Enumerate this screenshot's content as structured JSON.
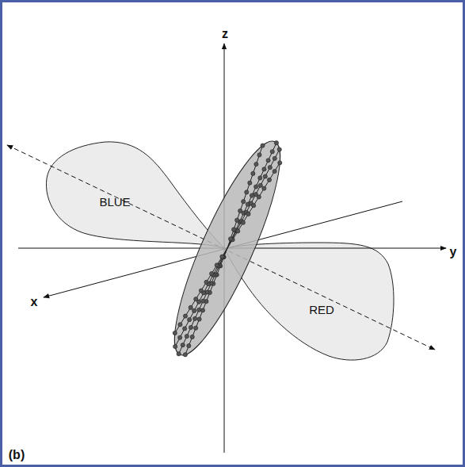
{
  "diagram": {
    "nodes": [
      {
        "text": [
          "BLUE"
        ]
      },
      {
        "text": [
          "RED"
        ]
      }
    ],
    "labels": [
      "z",
      "y",
      "x",
      "(b)"
    ]
  }
}
